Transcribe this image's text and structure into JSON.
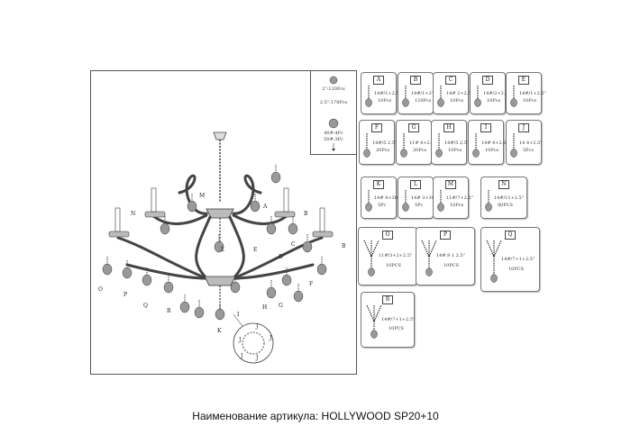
{
  "diagram": {
    "legend": {
      "line1": "2\":120Pcs",
      "line2": "2.5\":178Pcs",
      "line3": "40#:4Pc",
      "line4": "50#:3Pc"
    },
    "drawing_labels": [
      "A",
      "B",
      "B",
      "C",
      "D",
      "E",
      "F",
      "G",
      "H",
      "I",
      "J",
      "K",
      "L",
      "M",
      "N",
      "O",
      "P",
      "Q",
      "R",
      "J",
      "J",
      "J",
      "J"
    ],
    "cards": [
      {
        "letter": "A",
        "spec": "14#/1+2.5\"",
        "count": "10Pcs"
      },
      {
        "letter": "B",
        "spec": "14#/1+2\"",
        "count": "120Pcs"
      },
      {
        "letter": "C",
        "spec": "14# 2+2.5\"",
        "count": "10Pcs"
      },
      {
        "letter": "D",
        "spec": "14#/2+2.5\"",
        "count": "10Pcs"
      },
      {
        "letter": "E",
        "spec": "14#/1+2.5\"",
        "count": "10Pcs"
      },
      {
        "letter": "F",
        "spec": "14#/5 2.5\"",
        "count": "20Pcs"
      },
      {
        "letter": "G",
        "spec": "11# 4+2.5\"",
        "count": "20Pcs"
      },
      {
        "letter": "H",
        "spec": "14#/5 2.5\"",
        "count": "10Pcs"
      },
      {
        "letter": "I",
        "spec": "14# 4+2.5\"",
        "count": "10Pcs"
      },
      {
        "letter": "J",
        "spec": "14 4+2.5\"",
        "count": "5Pcs"
      },
      {
        "letter": "K",
        "spec": "14# 4+30#",
        "count": "5Pc"
      },
      {
        "letter": "L",
        "spec": "14# 3+30#",
        "count": "5Pc"
      },
      {
        "letter": "M",
        "spec": "11#/7+2.5\"",
        "count": "10Pcs"
      },
      {
        "letter": "N",
        "spec": "14#/11+2.5\"",
        "count": "80PCS"
      },
      {
        "letter": "O",
        "spec": "11#/3+2+2.5\"",
        "count": "10PCS"
      },
      {
        "letter": "P",
        "spec": "14#.9 1 2.5\"",
        "count": "10PCS"
      },
      {
        "letter": "Q",
        "spec": "14#/7+1+2.5\"",
        "count": "10PCS"
      },
      {
        "letter": "R",
        "spec": "14#/7+1+2.5\"",
        "count": "10PCS"
      }
    ],
    "caption": "Наименование артикула: HOLLYWOOD SP20+10"
  }
}
